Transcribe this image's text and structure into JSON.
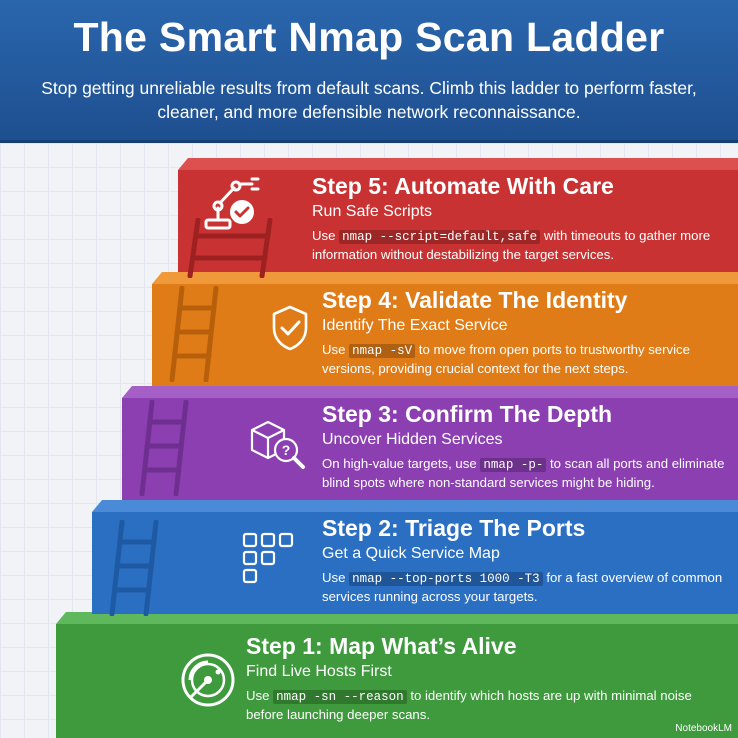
{
  "header": {
    "title": "The Smart Nmap Scan Ladder",
    "subtitle": "Stop getting unreliable results from default scans. Climb this ladder to perform faster, cleaner, and more defensible network reconnaissance."
  },
  "steps": [
    {
      "heading": "Step 5: Automate With Care",
      "sub": "Run Safe Scripts",
      "pre": "Use ",
      "code": "nmap --script=default,safe",
      "post": " with timeouts to gather more information without destabilizing the target services.",
      "icon": "robot-arm-check-icon",
      "color": "#c93232"
    },
    {
      "heading": "Step 4: Validate The Identity",
      "sub": "Identify The Exact Service",
      "pre": "Use ",
      "code": "nmap -sV",
      "post": " to move from open ports to trustworthy service versions, providing crucial context for the next steps.",
      "icon": "shield-check-icon",
      "color": "#e07c18"
    },
    {
      "heading": "Step 3: Confirm The Depth",
      "sub": "Uncover Hidden Services",
      "pre": "On high-value targets, use ",
      "code": "nmap -p-",
      "post": " to scan all ports and eliminate blind spots where non-standard services might be hiding.",
      "icon": "box-search-icon",
      "color": "#8b3fb0"
    },
    {
      "heading": "Step 2: Triage The Ports",
      "sub": "Get a Quick Service Map",
      "pre": "Use ",
      "code": "nmap --top-ports 1000 -T3",
      "post": " for a fast overview of common services running across your targets.",
      "icon": "grid-icon",
      "color": "#2a6fc2"
    },
    {
      "heading": "Step 1: Map What’s Alive",
      "sub": "Find Live Hosts First",
      "pre": "Use ",
      "code": "nmap -sn --reason",
      "post": " to identify which hosts are up with minimal noise before launching deeper scans.",
      "icon": "radar-icon",
      "color": "#3e9a3c"
    }
  ],
  "brand": "NotebookLM"
}
